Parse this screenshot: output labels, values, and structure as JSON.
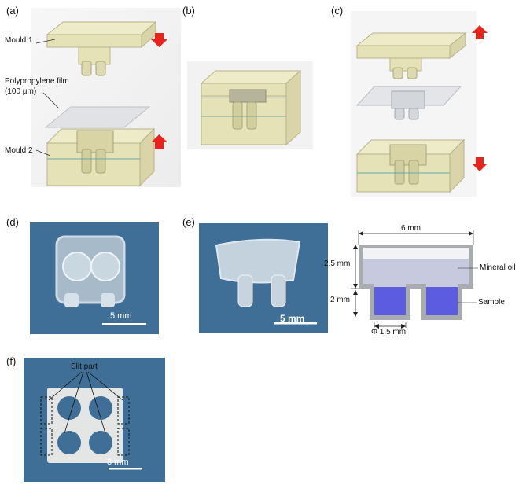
{
  "panels": {
    "a": "(a)",
    "b": "(b)",
    "c": "(c)",
    "d": "(d)",
    "e": "(e)",
    "f": "(f)"
  },
  "panel_a": {
    "mould1": "Mould 1",
    "film_line1": "Polypropylene film",
    "film_line2": "(100 μm)",
    "mould2": "Mould 2"
  },
  "panel_d": {
    "scale": "5 mm"
  },
  "panel_e": {
    "scale": "5 mm",
    "width": "6 mm",
    "height_top": "2.5 mm",
    "height_bottom": "2 mm",
    "diameter": "Φ 1.5 mm",
    "mineral_oil": "Mineral oil",
    "sample": "Sample"
  },
  "panel_f": {
    "slit": "Slit part",
    "scale": "3 mm"
  },
  "colors": {
    "mould": "#e6e2b8",
    "mould_edge": "#b7b38a",
    "film": "#dcdfe3",
    "arrow": "#e8231c",
    "photo_bg": "#3f6f96",
    "oil": "#c7c9df",
    "sample": "#5c5ce0",
    "wall": "#a9acaf"
  }
}
